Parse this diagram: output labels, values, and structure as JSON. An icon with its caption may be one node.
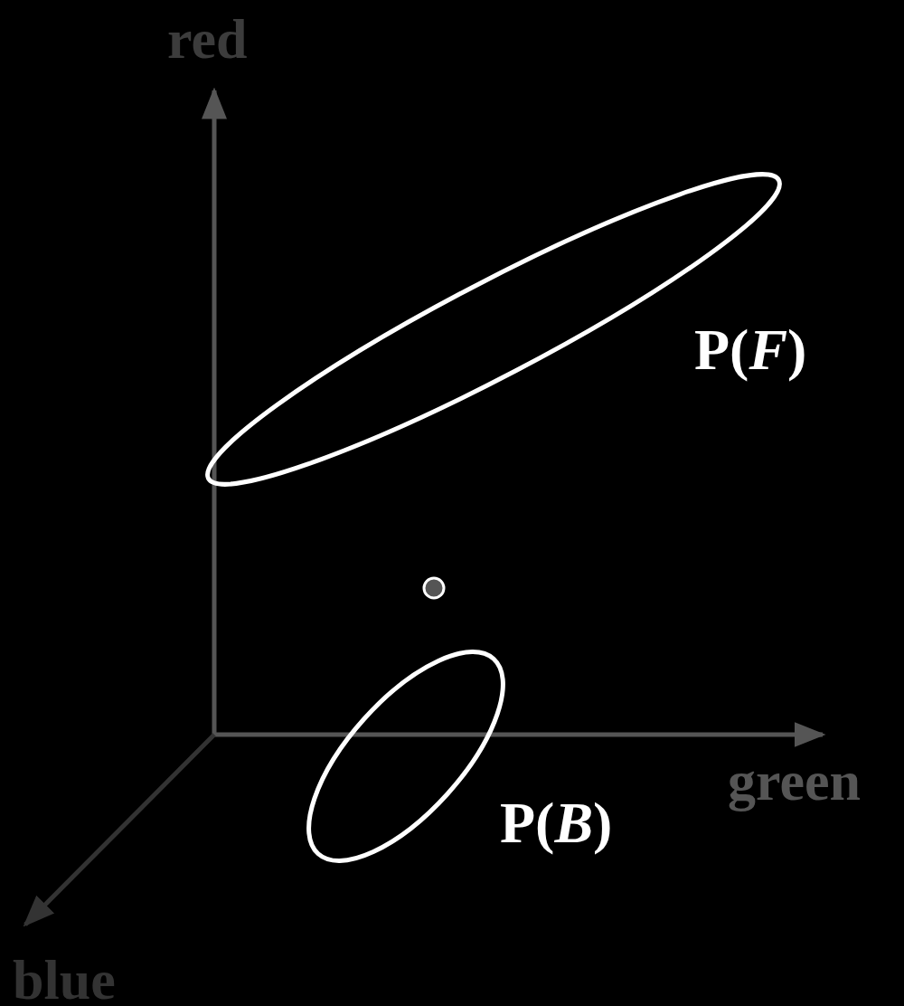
{
  "diagram": {
    "nodes": [
      {
        "text": [],
        "shape": "ellipse",
        "beside": [
          "P(*F*)"
        ]
      },
      {
        "text": [],
        "shape": "ellipse",
        "beside": [
          "P(*B*)"
        ]
      }
    ],
    "labels": [
      "red",
      "green",
      "blue"
    ]
  }
}
